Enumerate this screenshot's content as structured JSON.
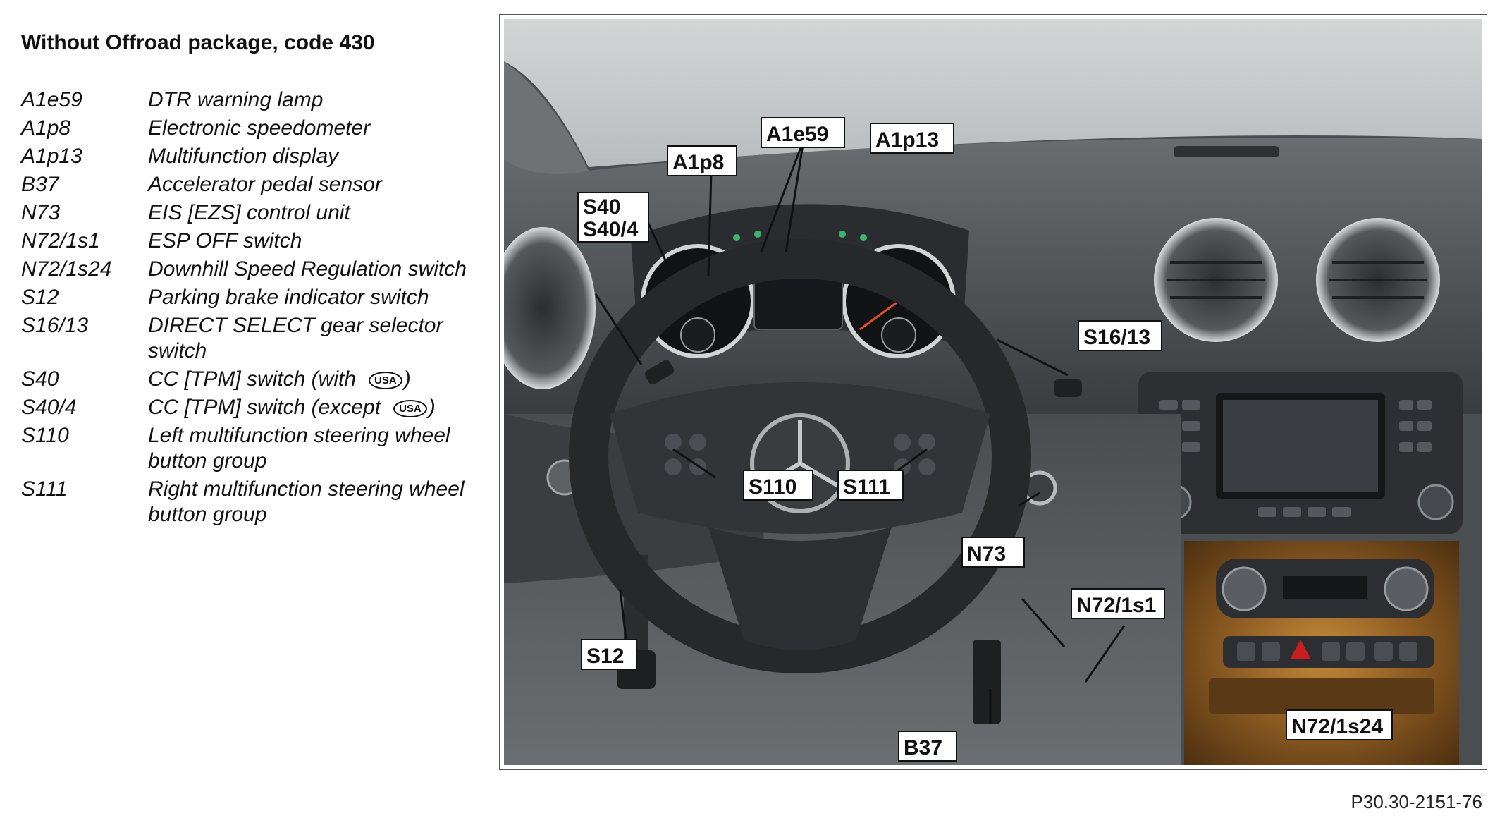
{
  "legend": {
    "title": "Without Offroad package, code 430",
    "items": [
      {
        "code": "A1e59",
        "desc": "DTR warning lamp"
      },
      {
        "code": "A1p8",
        "desc": "Electronic speedometer"
      },
      {
        "code": "A1p13",
        "desc": "Multifunction display"
      },
      {
        "code": "B37",
        "desc": "Accelerator pedal sensor"
      },
      {
        "code": "N73",
        "desc": "EIS [EZS] control unit"
      },
      {
        "code": "N72/1s1",
        "desc": "ESP OFF switch"
      },
      {
        "code": "N72/1s24",
        "desc": "Downhill Speed Regulation switch"
      },
      {
        "code": "S12",
        "desc": "Parking brake indicator switch"
      },
      {
        "code": "S16/13",
        "desc": "DIRECT SELECT gear selector switch"
      },
      {
        "code": "S40",
        "desc": "CC [TPM] switch (with",
        "suffix": ")"
      },
      {
        "code": "S40/4",
        "desc": "CC [TPM] switch (except",
        "suffix": ")"
      },
      {
        "code": "S110",
        "desc": "Left multifunction steering wheel button group"
      },
      {
        "code": "S111",
        "desc": "Right multifunction steering wheel button group"
      }
    ],
    "usa_symbol": "USA"
  },
  "figure": {
    "id": "P30.30-2151-76",
    "callouts": {
      "a1e59": "A1e59",
      "a1p13": "A1p13",
      "a1p8": "A1p8",
      "s40": "S40",
      "s40_4": "S40/4",
      "s16_13": "S16/13",
      "s110": "S110",
      "s111": "S111",
      "n73": "N73",
      "n72_1s1": "N72/1s1",
      "s12": "S12",
      "n72_1s24": "N72/1s24",
      "b37": "B37"
    }
  }
}
